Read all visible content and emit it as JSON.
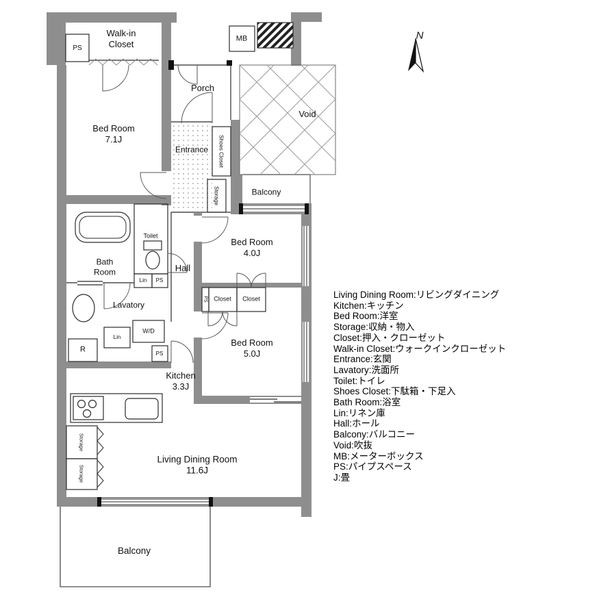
{
  "rooms": {
    "ps_top": "PS",
    "walk_in_closet": {
      "line1": "Walk-in",
      "line2": "Closet"
    },
    "mb": "MB",
    "porch": "Porch",
    "void": "Void",
    "bed_room_1": {
      "name": "Bed Room",
      "size": "7.1J"
    },
    "entrance": "Entrance",
    "shoes_closet": "Shoes Closet",
    "storage_entrance": "Storage",
    "balcony_mid": "Balcony",
    "bed_room_2": {
      "name": "Bed Room",
      "size": "4.0J"
    },
    "toilet": "Toilet",
    "bath_room": {
      "line1": "Bath",
      "line2": "Room"
    },
    "hall": "Hall",
    "lin_1": "Lin",
    "ps_mid": "PS",
    "lavatory": "Lavatory",
    "closet_1": "Closet",
    "closet_2": "Closet",
    "ps_closet": "PS",
    "bed_room_3": {
      "name": "Bed Room",
      "size": "5.0J"
    },
    "lin_2": "Lin",
    "wd": "W/D",
    "refrigerator": "R",
    "ps_lavatory": "PS",
    "kitchen": {
      "name": "Kitchen",
      "size": "3.3J"
    },
    "storage_left_1": "Storage",
    "storage_left_2": "Storage",
    "living_dining": {
      "name": "Living Dining Room",
      "size": "11.6J"
    },
    "balcony_bottom": "Balcony"
  },
  "compass": {
    "label": "N"
  },
  "legend": {
    "lines": [
      "Living Dining Room:リビングダイニング",
      "Kitchen:キッチン",
      "Bed Room:洋室",
      "Storage:収納・物入",
      "Closet:押入・クローゼット",
      "Walk-in Closet:ウォークインクローゼット",
      "Entrance:玄関",
      "Lavatory:洗面所",
      "Toilet:トイレ",
      "Shoes Closet:下駄箱・下足入",
      "Bath Room:浴室",
      "Lin:リネン庫",
      "Hall:ホール",
      "Balcony:バルコニー",
      "Void:吹抜",
      "MB:メーターボックス",
      "PS:パイプスペース",
      "J:畳"
    ]
  }
}
